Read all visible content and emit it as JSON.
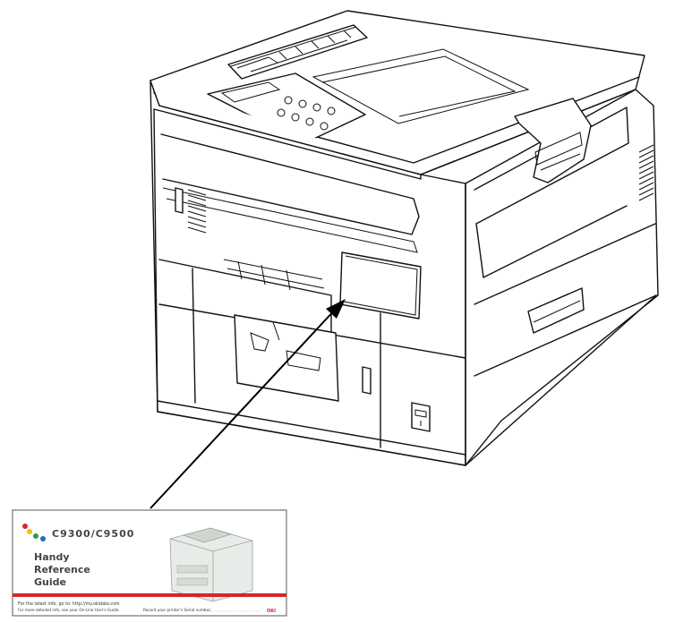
{
  "guide_card": {
    "model": "C9300/C9500",
    "title_lines": [
      "Handy",
      "Reference",
      "Guide"
    ],
    "footer_line1": "For the latest info, go to: http://my.okidata.com",
    "footer_line2": "For more detailed info, see your On-Line User's Guide.",
    "footer_serial": "Record your printer's Serial number:",
    "brand": "OKI"
  },
  "colors": {
    "accent_red": "#d4262b",
    "accent_yellow": "#f5c400",
    "accent_green": "#2e9d3a",
    "accent_blue": "#1f6fc0"
  }
}
